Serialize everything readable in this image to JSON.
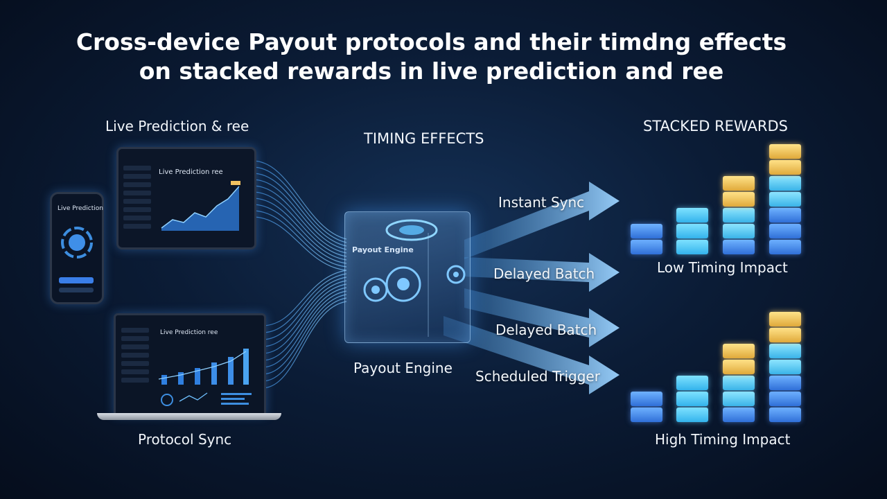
{
  "title": {
    "line1": "Cross-device Payout protocols and their timdng effects",
    "line2": "on stacked rewards in live prediction and ree"
  },
  "devices": {
    "section_label": "Live Prediction & ree",
    "tablet_title": "Live Prediction ree",
    "phone_title": "Live Prediction",
    "laptop_title": "Live Prediction ree",
    "bottom_label": "Protocol Sync"
  },
  "timing": {
    "section_label": "TIMING EFFECTS",
    "engine_label": "Payout Engine",
    "engine_screen_title": "Payout Engine",
    "arrows": [
      {
        "label": "Instant Sync"
      },
      {
        "label": "Delayed Batch"
      },
      {
        "label": "Delayed Batch"
      },
      {
        "label": "Scheduled Trigger"
      }
    ]
  },
  "rewards": {
    "section_label": "STACKED REWARDS",
    "groups": [
      {
        "label": "Low Timing Impact",
        "stacks": [
          2,
          3,
          5,
          7
        ]
      },
      {
        "label": "High Timing Impact",
        "stacks": [
          2,
          3,
          5,
          7
        ]
      }
    ]
  },
  "colors": {
    "cube_blue": "#3d8dea",
    "cube_cyan": "#4fd0f2",
    "cube_gold": "#f1c75a",
    "arrow": "#5aa8e6"
  }
}
